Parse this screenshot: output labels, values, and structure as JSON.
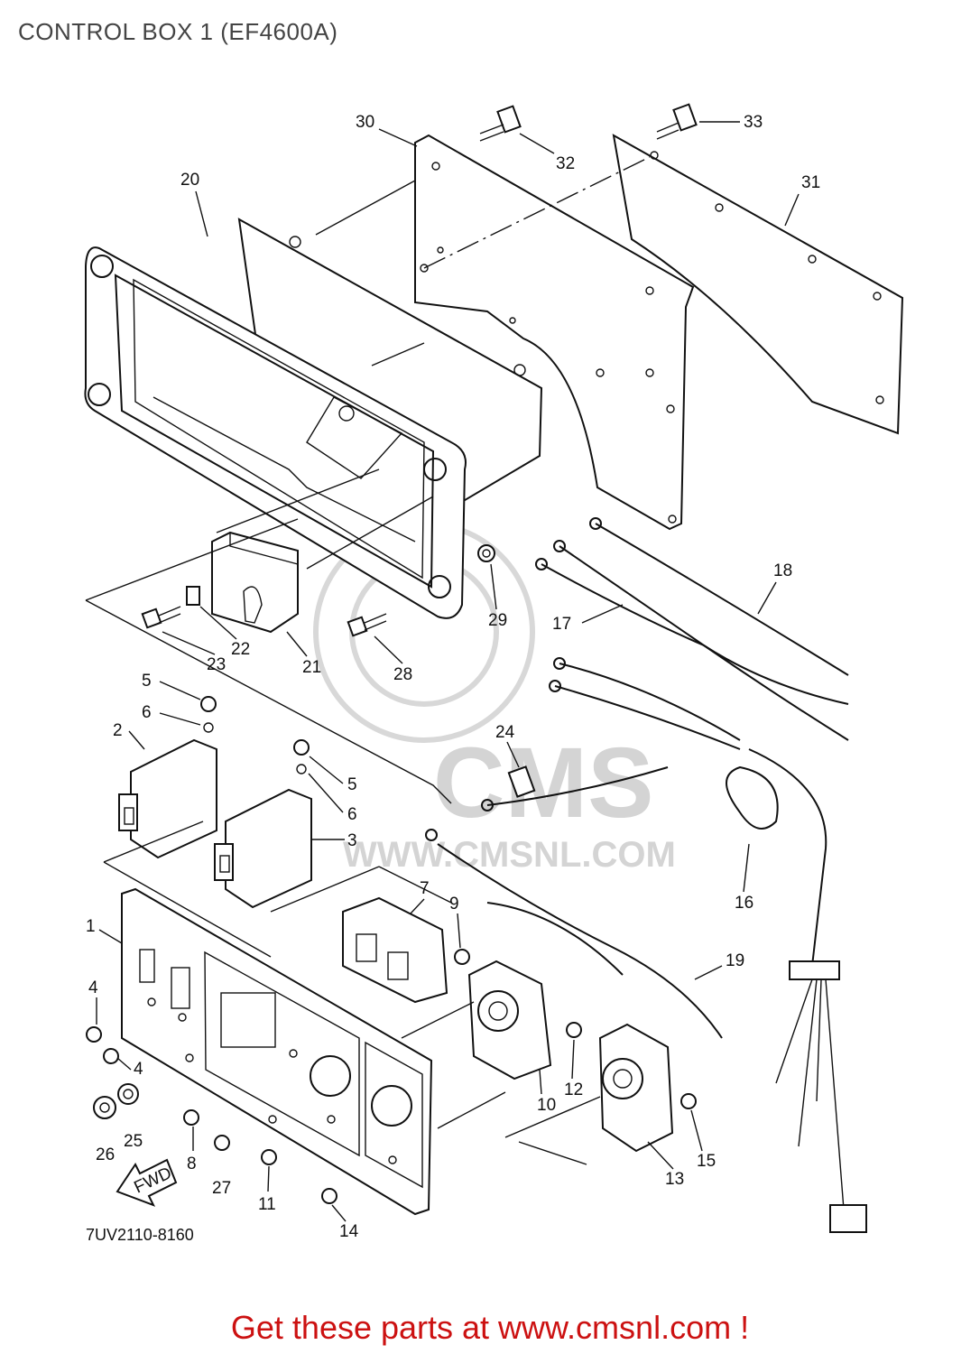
{
  "title": "CONTROL BOX 1 (EF4600A)",
  "part_code": "7UV2110-8160",
  "fwd_label": "FWD",
  "watermark": {
    "brand": "CMS",
    "site": "WWW.CMSNL.COM"
  },
  "footer": "Get these parts at www.cmsnl.com !",
  "callouts": [
    "1",
    "2",
    "3",
    "4",
    "4",
    "5",
    "5",
    "6",
    "6",
    "7",
    "8",
    "9",
    "10",
    "11",
    "12",
    "13",
    "14",
    "15",
    "16",
    "17",
    "18",
    "19",
    "20",
    "21",
    "22",
    "23",
    "24",
    "25",
    "26",
    "27",
    "28",
    "29",
    "30",
    "31",
    "32",
    "33"
  ],
  "colors": {
    "footer": "#cc1111",
    "title": "#444444",
    "watermark": "#d4d4d4"
  }
}
